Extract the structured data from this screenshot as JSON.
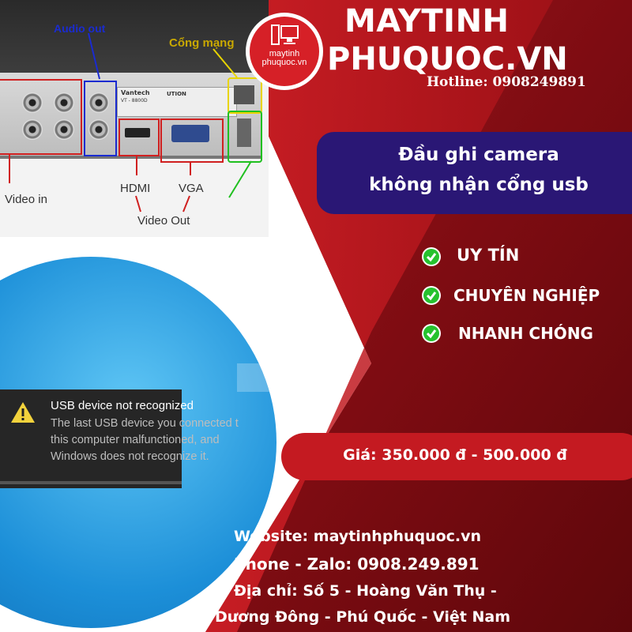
{
  "brand": {
    "name_line1": "MAYTINH",
    "name_line2": "PHUQUOC.VN",
    "logo_text_line1": "maytinh",
    "logo_text_line2": "phuquoc.vn",
    "hotline": "Hotline:  0908249891"
  },
  "headline": {
    "line1": "Đầu ghi camera",
    "line2": "không nhận cổng usb"
  },
  "features": [
    {
      "label": "UY TÍN",
      "icon": "check-circle-icon"
    },
    {
      "label": "CHUYÊN NGHIỆP",
      "icon": "check-circle-icon"
    },
    {
      "label": "NHANH CHÓNG",
      "icon": "check-circle-icon"
    }
  ],
  "price": "Giá: 350.000 đ - 500.000 đ",
  "contact": {
    "website": "Website:  maytinhphuquoc.vn",
    "phone": "Phone - Zalo: 0908.249.891",
    "address1": "Địa chỉ:  Số 5 - Hoàng Văn Thụ -",
    "address2": "Dương Đông - Phú Quốc - Việt Nam"
  },
  "dvr_photo": {
    "audio_out": "Audio out",
    "network_port": "Cổng mạng",
    "brand": "Vantech",
    "model": "VT - 8800D",
    "caution": "UTION",
    "video_in": "Video in",
    "hdmi": "HDMI",
    "vga": "VGA",
    "video_out": "Video Out"
  },
  "dialog": {
    "title": "USB device not recognized",
    "line1": "The last USB device you connected t",
    "line2": "this computer malfunctioned, and",
    "line3": "Windows does not recognize it."
  },
  "colors": {
    "dark_red": "#7a0a0e",
    "red": "#c81b22",
    "navy": "#2a1775",
    "check_green": "#26c22e"
  }
}
